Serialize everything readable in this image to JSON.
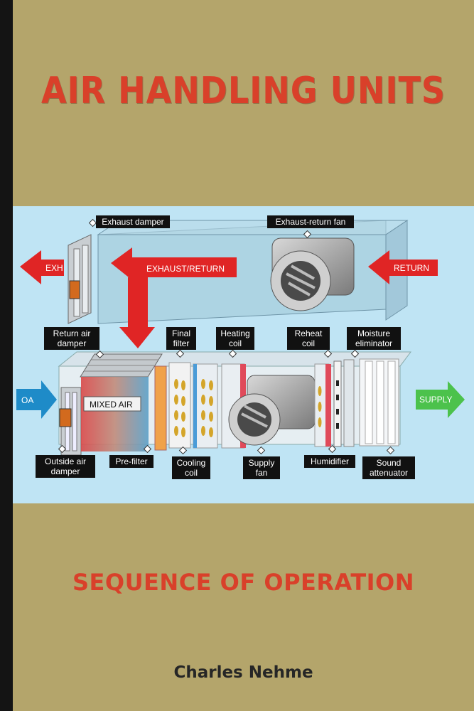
{
  "title": "AIR HANDLING UNITS",
  "subtitle": "SEQUENCE OF OPERATION",
  "author": "Charles Nehme",
  "diagram": {
    "labels": {
      "exhaust_damper": "Exhaust damper",
      "exhaust_return_fan": "Exhaust-return fan",
      "exh": "EXH",
      "exhaust_return": "EXHAUST/RETURN",
      "return": "RETURN",
      "return_air_damper": "Return air damper",
      "final_filter": "Final filter",
      "heating_coil": "Heating coil",
      "reheat_coil": "Reheat coil",
      "moisture_eliminator": "Moisture eliminator",
      "oa": "OA",
      "mixed_air": "MIXED AIR",
      "supply": "SUPPLY",
      "outside_air_damper": "Outside air damper",
      "pre_filter": "Pre-filter",
      "cooling_coil": "Cooling coil",
      "supply_fan": "Supply fan",
      "humidifier": "Humidifier",
      "sound_attenuator": "Sound attenuator"
    }
  }
}
